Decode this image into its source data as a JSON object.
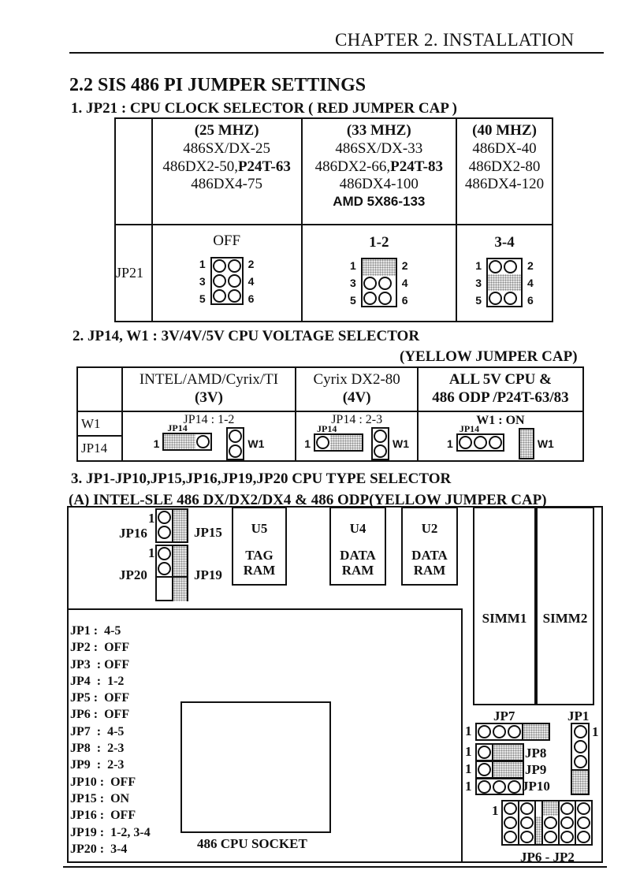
{
  "header": {
    "chapter": "CHAPTER 2. INSTALLATION"
  },
  "section": {
    "title": "2.2 SIS 486 PI JUMPER SETTINGS"
  },
  "jp21": {
    "heading": "1. JP21 : CPU CLOCK SELECTOR ( RED JUMPER CAP )",
    "row_label": "JP21",
    "columns": [
      {
        "freq": "(25 MHZ)",
        "cpus": [
          "486SX/DX-25",
          "486DX2-50,",
          "486DX4-75"
        ],
        "cpu_bold_suffix": "P24T-63",
        "setting": "OFF"
      },
      {
        "freq": "(33 MHZ)",
        "cpus": [
          "486SX/DX-33",
          "486DX2-66,",
          "486DX4-100"
        ],
        "cpu_bold_suffix": "P24T-83",
        "extra": "AMD 5X86-133",
        "setting": "1-2"
      },
      {
        "freq": "(40 MHZ)",
        "cpus": [
          "486DX-40",
          "486DX2-80",
          "486DX4-120"
        ],
        "setting": "3-4"
      }
    ],
    "pin_numbers": {
      "l1": "1",
      "l3": "3",
      "l5": "5",
      "r2": "2",
      "r4": "4",
      "r6": "6"
    }
  },
  "jp14": {
    "heading": "2. JP14, W1 : 3V/4V/5V CPU VOLTAGE SELECTOR",
    "cap_note": "(YELLOW JUMPER CAP)",
    "row_labels": [
      "W1",
      "JP14"
    ],
    "columns": [
      {
        "title": "INTEL/AMD/Cyrix/TI",
        "volt": "(3V)",
        "setting": "JP14 : 1-2"
      },
      {
        "title": "Cyrix DX2-80",
        "volt": "(4V)",
        "setting": "JP14 : 2-3"
      },
      {
        "title": "ALL 5V CPU &",
        "volt": "486 ODP /P24T-63/83",
        "setting": "W1 : ON"
      }
    ],
    "small_jp14": "JP14",
    "small_w1": "W1",
    "pin_one": "1"
  },
  "cpu_type": {
    "heading": "3.  JP1-JP10,JP15,JP16,JP19,JP20    CPU TYPE SELECTOR",
    "subheading": "(A) INTEL-SLE 486 DX/DX2/DX4 & 486 ODP(YELLOW JUMPER CAP)",
    "labels": {
      "jp16": "JP16",
      "jp15": "JP15",
      "jp20": "JP20",
      "jp19": "JP19",
      "u5": "U5",
      "u4": "U4",
      "u2": "U2",
      "tag_ram": [
        "TAG",
        "RAM"
      ],
      "data_ram_1": [
        "DATA",
        "RAM"
      ],
      "data_ram_2": [
        "DATA",
        "RAM"
      ],
      "simm1": "SIMM1",
      "simm2": "SIMM2",
      "jp7": "JP7",
      "jp1": "JP1",
      "jp8": "JP8",
      "jp9": "JP9",
      "jp10": "JP10",
      "jp6_jp2": "JP6 - JP2",
      "socket": "486 CPU SOCKET",
      "one": "1"
    },
    "settings": [
      "JP1 :  4-5",
      "JP2 :  OFF",
      "JP3  : OFF",
      "JP4  :  1-2",
      "JP5 :  OFF",
      "JP6 :  OFF",
      "JP7  :  4-5",
      "JP8  :  2-3",
      "JP9  :  2-3",
      "JP10 :  OFF",
      "JP15 :  ON",
      "JP16 :  OFF",
      "JP19 :  1-2, 3-4",
      "JP20 :  3-4"
    ]
  }
}
